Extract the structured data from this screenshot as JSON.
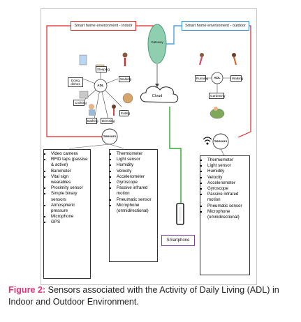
{
  "diagram": {
    "indoor_title": "Smart home environment - indoor",
    "outdoor_title": "Smart home environment - outdoor",
    "gateway": "Gateway",
    "cloud": "Cloud",
    "smartphone": "Smartphone",
    "adl": "ADL",
    "indoor_activities": [
      "Sleeping",
      "Doing dishes",
      "Walking",
      "Cooking",
      "Eating",
      "Bathing",
      "Dressing"
    ],
    "outdoor_activities": [
      "Running",
      "Walking",
      "Gardening"
    ],
    "sensors_label": "Sensors",
    "indoor_sensors_col1": [
      "Video camera",
      "RFID taps (passive & active)",
      "Barometer",
      "Vital sign wearables",
      "Proximity sensor",
      "Simple binary sensors",
      "Atmospheric pressure",
      "Microphone",
      "GPS"
    ],
    "indoor_sensors_col2": [
      "Thermometer",
      "Light sensor",
      "Humidity",
      "Velocity",
      "Accelerometer",
      "Gyroscope",
      "Passive infrared motion",
      "Pneumatic sensor",
      "Microphone (omnidirectional)"
    ],
    "outdoor_sensors": [
      "Thermometer",
      "Light sensor",
      "Humidity",
      "Velocity",
      "Accelerometer",
      "Gyroscope",
      "Passive infrared motion",
      "Pneumatic sensor",
      "Microphone (omnidirectional)"
    ],
    "colors": {
      "indoor_line": "#e02424",
      "outdoor_line": "#2f8fd8",
      "gateway_fill": "#8fcfb0",
      "data_line": "#33aa33",
      "phone_box": "#7a3fa8"
    }
  },
  "caption": {
    "label": "Figure 2:",
    "text": " Sensors associated with the Activity of Daily Living (ADL) in Indoor and Outdoor Environment."
  }
}
